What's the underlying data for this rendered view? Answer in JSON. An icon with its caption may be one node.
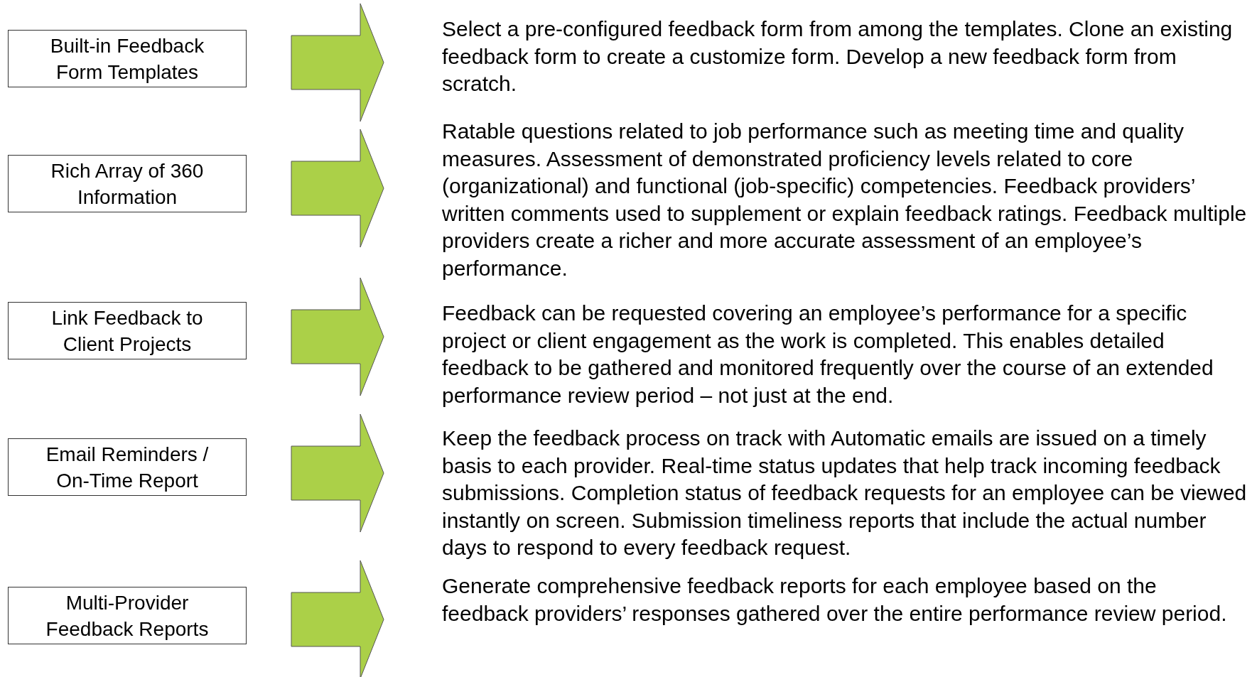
{
  "diagram": {
    "nodes": [
      {
        "text": [
          "Built-in Feedback Form Templates"
        ]
      },
      {
        "text": [
          "Select a pre-configured feedback form from among the templates. Clone an existing feedback form to create a customize form. Develop a new feedback form from scratch."
        ]
      },
      {
        "text": [
          "Rich Array of 360 Information"
        ]
      },
      {
        "text": [
          "Ratable questions related to job performance such as meeting time and quality measures. Assessment of demonstrated proficiency levels related to core (organizational) and functional (job-specific) competencies. Feedback providers’ written comments used to supplement or explain feedback ratings. Feedback multiple providers create a richer and more accurate assessment of an employee’s performance."
        ]
      },
      {
        "text": [
          "Link Feedback to Client Projects"
        ]
      },
      {
        "text": [
          "Feedback can be requested covering an employee’s performance for a specific project or client engagement as the work is completed. This enables detailed feedback to be gathered and monitored frequently over the course of an extended performance review period – not just at the end."
        ]
      },
      {
        "text": [
          "Email Reminders / On-Time Report"
        ]
      },
      {
        "text": [
          "Keep the feedback process on track with Automatic emails are issued on a timely basis to each provider. Real-time status updates that help track incoming feedback submissions. Completion status of feedback requests for an employee can be viewed instantly on screen. Submission timeliness reports that include the actual number days to respond to every feedback request."
        ]
      },
      {
        "text": [
          "Multi-Provider Feedback Reports"
        ]
      },
      {
        "text": [
          "Generate comprehensive feedback reports for each employee based on the feedback providers’ responses gathered over the entire performance review period."
        ]
      }
    ],
    "edges": [
      {
        "from": 0,
        "to": 1,
        "arrow": "to"
      },
      {
        "from": 2,
        "to": 3,
        "arrow": "to"
      },
      {
        "from": 4,
        "to": 5,
        "arrow": "to"
      },
      {
        "from": 6,
        "to": 7,
        "arrow": "to"
      },
      {
        "from": 8,
        "to": 9,
        "arrow": "to"
      }
    ]
  }
}
